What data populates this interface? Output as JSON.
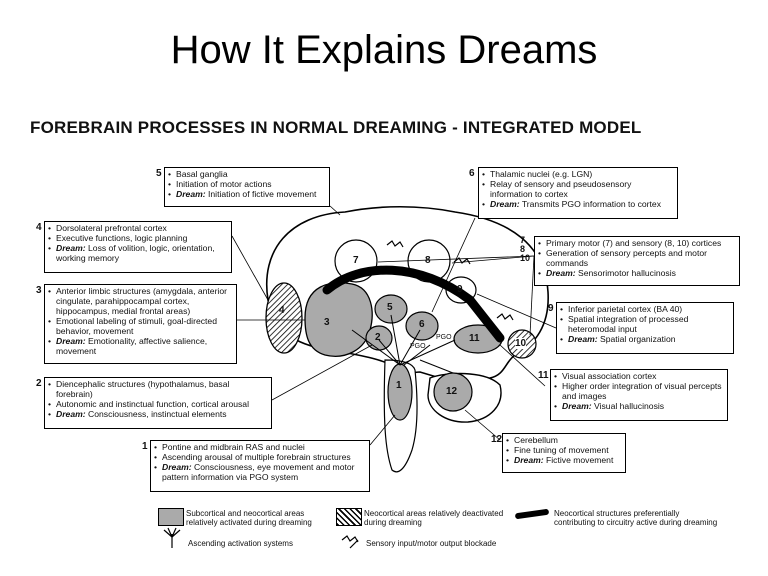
{
  "slide_title": "How It Explains Dreams",
  "figure_title": "FOREBRAIN PROCESSES IN NORMAL DREAMING - INTEGRATED MODEL",
  "regions": [
    "1",
    "2",
    "3",
    "4",
    "5",
    "6",
    "7",
    "8",
    "9",
    "10",
    "11",
    "12"
  ],
  "pgo_labels": [
    "PGO",
    "PGO"
  ],
  "boxes": [
    {
      "num": "5",
      "lines": [
        "Basal ganglia",
        "Initiation of motor actions"
      ],
      "dream": "Initiation of fictive movement"
    },
    {
      "num": "6",
      "lines": [
        "Thalamic nuclei (e.g. LGN)",
        "Relay of sensory and pseudosensory information to cortex"
      ],
      "dream": "Transmits PGO information to cortex"
    },
    {
      "num": "4",
      "lines": [
        "Dorsolateral prefrontal cortex",
        "Executive functions, logic planning"
      ],
      "dream": "Loss of volition, logic, orientation, working memory"
    },
    {
      "num": "7 8 10",
      "lines": [
        "Primary motor (7) and sensory (8, 10) cortices",
        "Generation of sensory percepts and motor commands"
      ],
      "dream": "Sensorimotor hallucinosis"
    },
    {
      "num": "3",
      "lines": [
        "Anterior limbic structures (amygdala, anterior cingulate, parahippocampal cortex, hippocampus, medial frontal areas)",
        "Emotional labeling of stimuli, goal-directed behavior, movement"
      ],
      "dream": "Emotionality, affective salience, movement"
    },
    {
      "num": "9",
      "lines": [
        "Inferior parietal cortex (BA 40)",
        "Spatial integration of processed heteromodal input"
      ],
      "dream": "Spatial organization"
    },
    {
      "num": "2",
      "lines": [
        "Diencephalic structures (hypothalamus, basal forebrain)",
        "Autonomic and instinctual function, cortical arousal"
      ],
      "dream": "Consciousness, instinctual elements"
    },
    {
      "num": "11",
      "lines": [
        "Visual association cortex",
        "Higher order integration of visual percepts and images"
      ],
      "dream": "Visual hallucinosis"
    },
    {
      "num": "1",
      "lines": [
        "Pontine and midbrain RAS and nuclei",
        "Ascending arousal of multiple forebrain structures"
      ],
      "dream": "Consciousness, eye movement and motor pattern information via PGO system"
    },
    {
      "num": "12",
      "lines": [
        "Cerebellum",
        "Fine tuning of movement"
      ],
      "dream": "Fictive movement"
    }
  ],
  "dream_label": "Dream:",
  "legend": {
    "activated": "Subcortical and neocortical areas relatively activated during dreaming",
    "deactivated": "Neocortical areas relatively deactivated during dreaming",
    "preferential": "Neocortical structures preferentially contributing to circuitry active during dreaming",
    "ascending": "Ascending activation systems",
    "blockade": "Sensory input/motor output blockade"
  },
  "colors": {
    "gray_fill": "#aaaaaa",
    "line": "#000000"
  }
}
